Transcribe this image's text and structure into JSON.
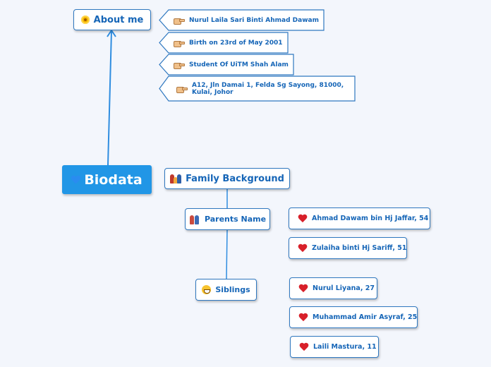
{
  "root": {
    "label": "Biodata",
    "icon": "blue-heart-icon"
  },
  "about": {
    "label": "About me",
    "icon": "flower-icon",
    "items": [
      {
        "text": "Nurul Laila Sari Binti Ahmad Dawam",
        "icon": "pointing-hand-icon"
      },
      {
        "text": "Birth on 23rd of May 2001",
        "icon": "pointing-hand-icon"
      },
      {
        "text": "Student Of UiTM Shah Alam",
        "icon": "pointing-hand-icon"
      },
      {
        "text": "A12, Jln Damai 1, Felda Sg Sayong, 81000, Kulai, Johor",
        "icon": "pointing-hand-icon"
      }
    ]
  },
  "family": {
    "label": "Family Background",
    "icon": "family-icon",
    "parents": {
      "label": "Parents Name",
      "icon": "couple-icon",
      "items": [
        {
          "text": "Ahmad Dawam bin Hj Jaffar, 54",
          "icon": "red-heart-icon"
        },
        {
          "text": "Zulaiha binti Hj Sariff, 51",
          "icon": "red-heart-icon"
        }
      ]
    },
    "siblings": {
      "label": "Siblings",
      "icon": "grinning-face-icon",
      "items": [
        {
          "text": "Nurul Liyana, 27",
          "icon": "red-heart-icon"
        },
        {
          "text": "Muhammad Amir Asyraf, 25",
          "icon": "red-heart-icon"
        },
        {
          "text": "Laili Mastura, 11",
          "icon": "red-heart-icon"
        }
      ]
    }
  },
  "colors": {
    "accent": "#2196e6",
    "text": "#1565b7",
    "border": "#2f78c0",
    "background": "#f3f6fc"
  }
}
